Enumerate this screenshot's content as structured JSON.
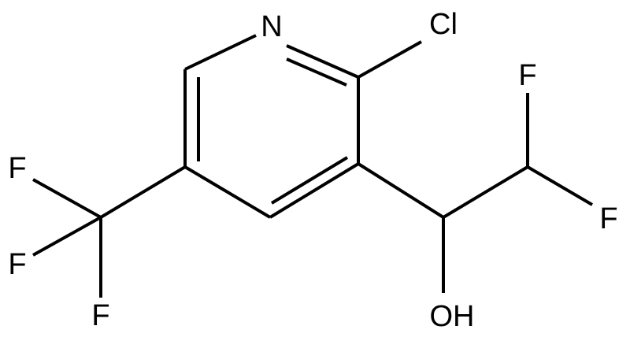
{
  "structure": {
    "atoms": {
      "n": "N",
      "cl": "Cl",
      "f_top": "F",
      "f_right": "F",
      "f_cf3_top": "F",
      "f_cf3_left": "F",
      "f_cf3_bottom": "F",
      "oh": "OH"
    }
  }
}
